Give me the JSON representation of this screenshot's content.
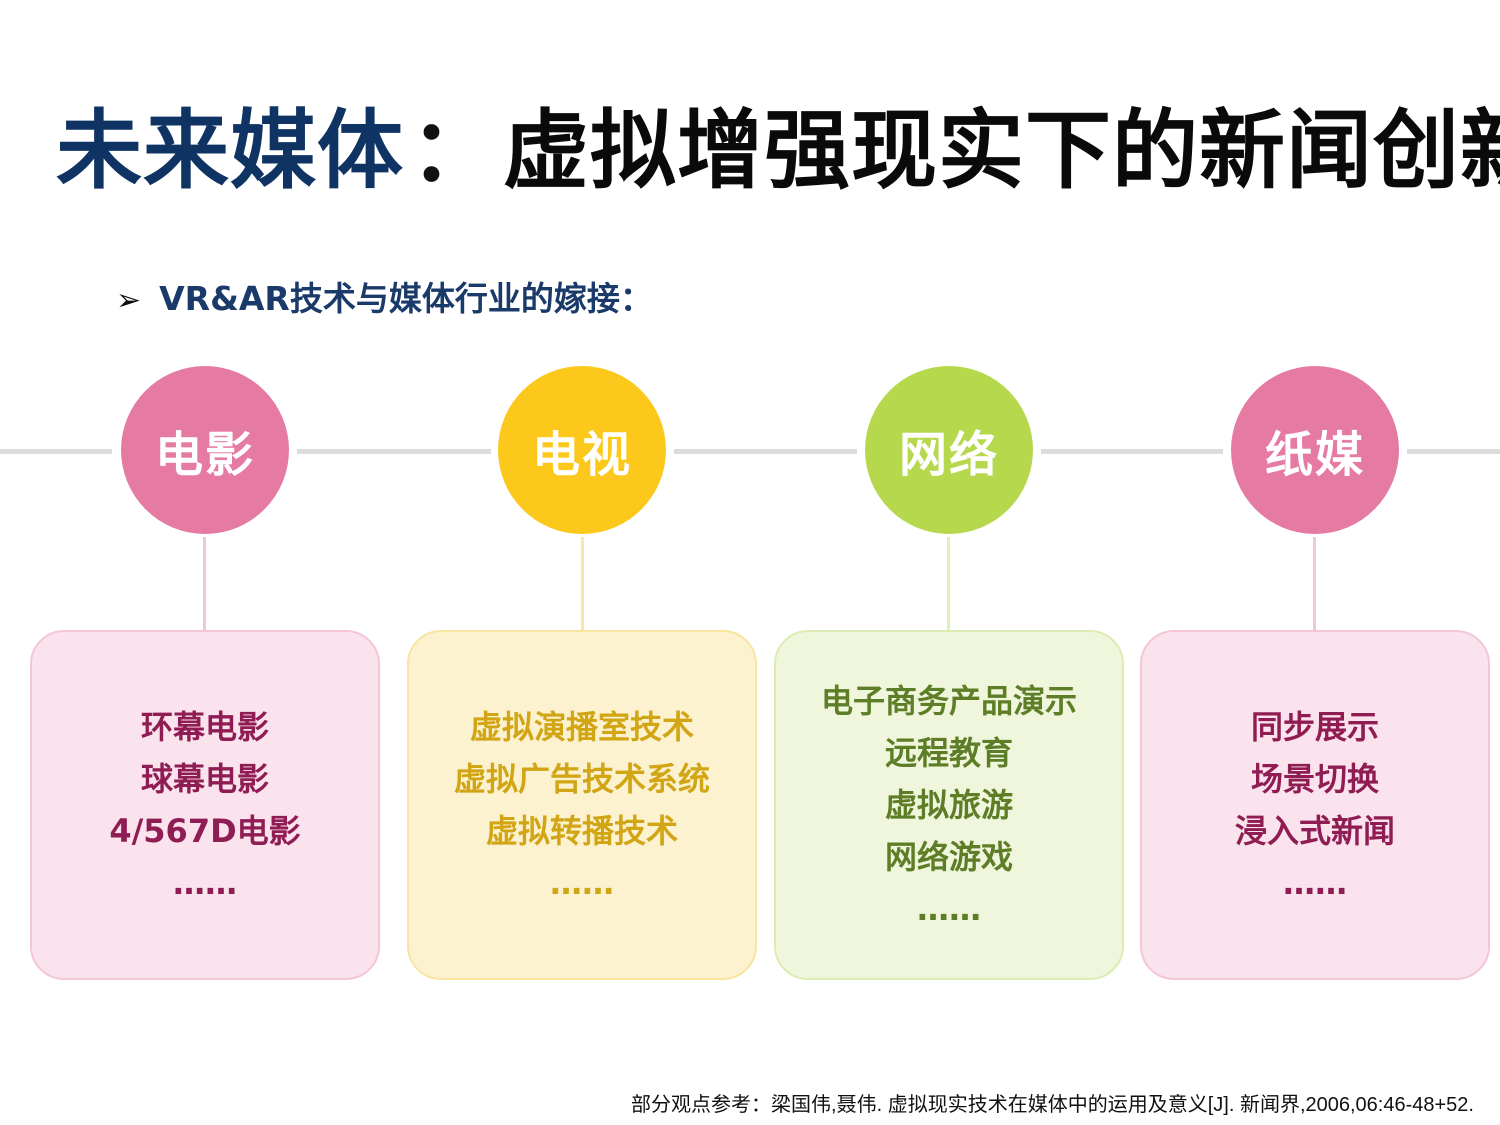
{
  "title": {
    "part1": "未来媒体",
    "separator": "：",
    "part2": "虚拟增强现实下的新闻创新"
  },
  "bullet": {
    "arrow": "➢",
    "text": "VR&AR技术与媒体行业的嫁接："
  },
  "categories": [
    {
      "label": "电影",
      "circle_color": "#e57aa3",
      "card_bg": "#fbe3ee",
      "card_border": "#f4c5d8",
      "line_color": "#f3c6d6",
      "text_color": "#8f1d53",
      "items": [
        "环幕电影",
        "球幕电影",
        "4/567D电影",
        "……"
      ]
    },
    {
      "label": "电视",
      "circle_color": "#fcc81c",
      "card_bg": "#fdf2cf",
      "card_border": "#f8e49f",
      "line_color": "#f8e7a6",
      "text_color": "#d1a514",
      "items": [
        "虚拟演播室技术",
        "虚拟广告技术系统",
        "虚拟转播技术",
        "……"
      ]
    },
    {
      "label": "网络",
      "circle_color": "#b6d84d",
      "card_bg": "#eff6dc",
      "card_border": "#dcecb3",
      "line_color": "#e2eebc",
      "text_color": "#5d7d26",
      "items": [
        "电子商务产品演示",
        "远程教育",
        "虚拟旅游",
        "网络游戏",
        "……"
      ]
    },
    {
      "label": "纸媒",
      "circle_color": "#e57aa3",
      "card_bg": "#fbe3ee",
      "card_border": "#f4c5d8",
      "line_color": "#f3c6d6",
      "text_color": "#8f1d53",
      "items": [
        "同步展示",
        "场景切换",
        "浸入式新闻",
        "……"
      ]
    }
  ],
  "footer": "部分观点参考：梁国伟,聂伟. 虚拟现实技术在媒体中的运用及意义[J]. 新闻界,2006,06:46-48+52."
}
